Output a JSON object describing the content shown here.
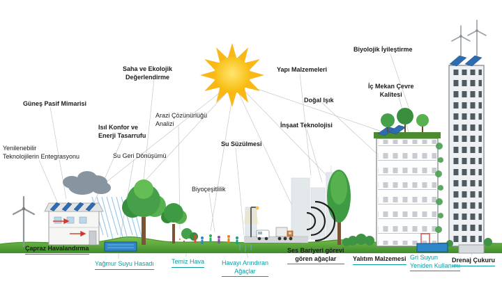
{
  "colors": {
    "accent_teal": "#0B9AA1",
    "sun_yellow": "#F9B817",
    "grass_green": "#5FAF3F",
    "water_blue": "#2F86C8",
    "solar_panel_blue": "#2D6CB0",
    "pipe_red": "#CF3125"
  },
  "labels": {
    "gunes_pasif_mimarisi": "Güneş Pasif Mimarisi",
    "yenilenebilir_teknolojiler": "Yenilenebilir\nTeknolojilerin Entegrasyonu",
    "isil_konfor": "Isıl Konfor ve\nEnerji Tasarrufu",
    "su_geri_donusumu": "Su Geri Dönüşümü",
    "saha_ekolojik": "Saha ve Ekolojik\nDeğerlendirme",
    "arazi_cozunurlugu": "Arazi Çözünürlüğü\nAnalizi",
    "su_suzulmesi": "Su Süzülmesi",
    "biyocesitlilik": "Biyoçeşitlilik",
    "yapi_malzemeleri": "Yapı Malzemeleri",
    "dogal_isik": "Doğal Işık",
    "insaat_teknolojisi": "İnşaat Teknolojisi",
    "biyolojik_iyilestirme": "Biyolojik İyileştirme",
    "ic_mekan_cevre": "İç Mekan Çevre\nKalitesi",
    "capraz_havalandirma": "Çapraz Havalandırma",
    "yagmur_suyu_hasadi": "Yağmur Suyu Hasadı",
    "temiz_hava": "Temiz Hava",
    "havayi_arindiran": "Havayı Arındıran\nAğaçlar",
    "ses_bariyeri": "Ses Bariyeri görevi\ngören ağaçlar",
    "yalitim_malzemesi": "Yalıtım Malzemesi",
    "gri_suyun": "Gri Suyun\nYeniden Kullanımı",
    "drenaj_cukuru": "Drenaj Çukuru"
  }
}
